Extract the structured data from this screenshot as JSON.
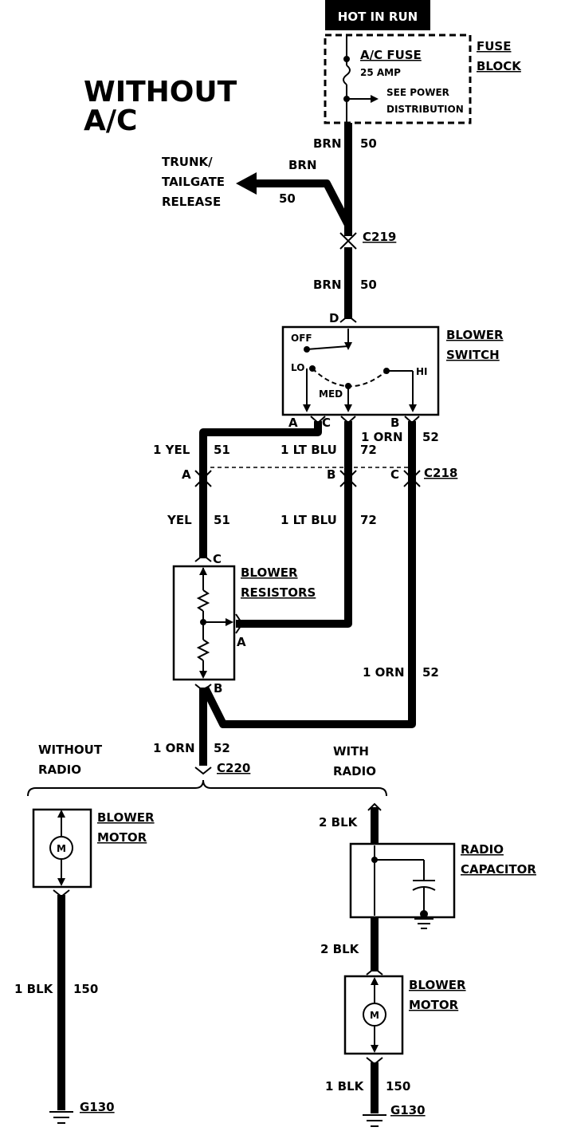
{
  "title": {
    "line1": "WITHOUT",
    "line2": "A/C"
  },
  "hot_in_run": "HOT IN RUN",
  "fuse": {
    "name": "A/C FUSE",
    "rating": "25 AMP",
    "note_line1": "SEE POWER",
    "note_line2": "DISTRIBUTION",
    "block_line1": "FUSE",
    "block_line2": "BLOCK"
  },
  "trunk": {
    "line1": "TRUNK/",
    "line2": "TAILGATE",
    "line3": "RELEASE",
    "color": "BRN",
    "circuit": "50"
  },
  "wires": {
    "brn_top": {
      "color": "BRN",
      "circuit": "50"
    },
    "brn_mid": {
      "color": "BRN",
      "circuit": "50"
    },
    "yel_top": {
      "color": "1 YEL",
      "circuit": "51"
    },
    "ltblu_top": {
      "color": "1 LT BLU",
      "circuit": "72"
    },
    "orn_top": {
      "color": "1 ORN",
      "circuit": "52"
    },
    "yel_low": {
      "color": "YEL",
      "circuit": "51"
    },
    "ltblu_low": {
      "color": "1 LT BLU",
      "circuit": "72"
    },
    "orn_right": {
      "color": "1 ORN",
      "circuit": "52"
    },
    "orn_c220": {
      "color": "1 ORN",
      "circuit": "52"
    },
    "blk2_top": {
      "color": "2 BLK"
    },
    "blk2_mid": {
      "color": "2 BLK"
    },
    "blk_left": {
      "color": "1 BLK",
      "circuit": "150"
    },
    "blk_right": {
      "color": "1 BLK",
      "circuit": "150"
    }
  },
  "connectors": {
    "c219": "C219",
    "c218": "C218",
    "c220": "C220",
    "g130_left": "G130",
    "g130_right": "G130"
  },
  "pins": {
    "d": "D",
    "a_sw": "A",
    "c_sw": "C",
    "b_sw": "B",
    "a218": "A",
    "b218": "B",
    "c218": "C",
    "c_res": "C",
    "a_res": "A",
    "b_res": "B"
  },
  "blower_switch": {
    "line1": "BLOWER",
    "line2": "SWITCH",
    "off": "OFF",
    "lo": "LO",
    "med": "MED",
    "hi": "HI"
  },
  "blower_resistors": {
    "line1": "BLOWER",
    "line2": "RESISTORS"
  },
  "without_radio": {
    "line1": "WITHOUT",
    "line2": "RADIO"
  },
  "with_radio": {
    "line1": "WITH",
    "line2": "RADIO"
  },
  "radio_capacitor": {
    "line1": "RADIO",
    "line2": "CAPACITOR"
  },
  "blower_motor_left": {
    "line1": "BLOWER",
    "line2": "MOTOR",
    "symbol": "M"
  },
  "blower_motor_right": {
    "line1": "BLOWER",
    "line2": "MOTOR",
    "symbol": "M"
  }
}
